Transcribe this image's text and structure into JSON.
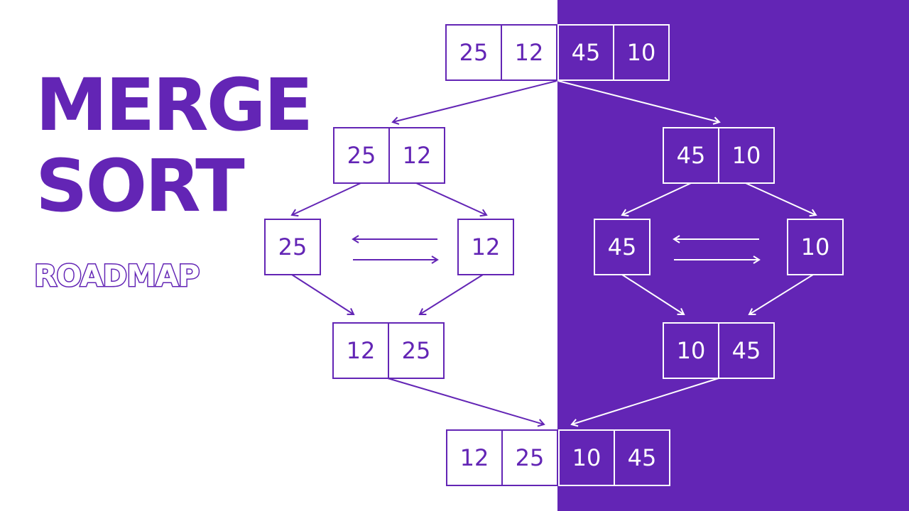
{
  "title": {
    "line1": "MERGE",
    "line2": "SORT",
    "subtitle": "ROADMAP"
  },
  "colors": {
    "accent": "#6325B5",
    "background_left": "#ffffff",
    "background_right": "#6325B5"
  },
  "diagram": {
    "root": [
      "25",
      "12",
      "45",
      "10"
    ],
    "level1_left": [
      "25",
      "12"
    ],
    "level1_right": [
      "45",
      "10"
    ],
    "level2_left": [
      "25",
      "12"
    ],
    "level2_right": [
      "45",
      "10"
    ],
    "merged_left": [
      "12",
      "25"
    ],
    "merged_right": [
      "10",
      "45"
    ],
    "final": [
      "12",
      "25",
      "10",
      "45"
    ]
  }
}
